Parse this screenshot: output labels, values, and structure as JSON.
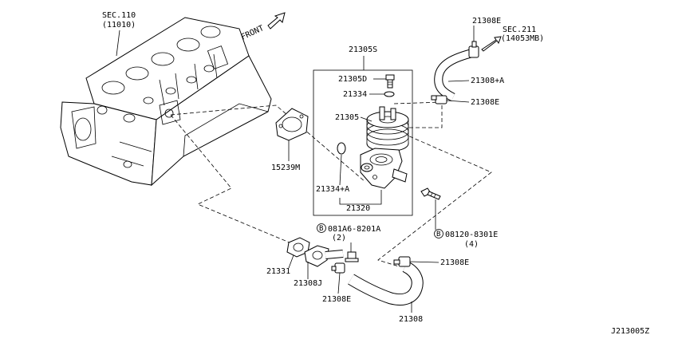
{
  "labels": {
    "sec110": "SEC.110",
    "sec110_code": "(11010)",
    "front": "FRONT",
    "sec211": "SEC.211",
    "sec211_code": "(14053MB)",
    "p21308E_top": "21308E",
    "p21308A": "21308+A",
    "p21308E_mid": "21308E",
    "p21305S": "21305S",
    "p21305D": "21305D",
    "p21334": "21334",
    "p21305": "21305",
    "p15239M": "15239M",
    "p21334A": "21334+A",
    "p21320": "21320",
    "bolt_a_circle": "B",
    "bolt_a": "081A6-8201A",
    "bolt_a_qty": "(2)",
    "bolt_b_circle": "B",
    "bolt_b": "08120-8301E",
    "bolt_b_qty": "(4)",
    "p21331": "21331",
    "p21308J": "21308J",
    "p21308E_lower": "21308E",
    "p21308E_right": "21308E",
    "p21308": "21308",
    "diagram_id": "J213005Z"
  }
}
